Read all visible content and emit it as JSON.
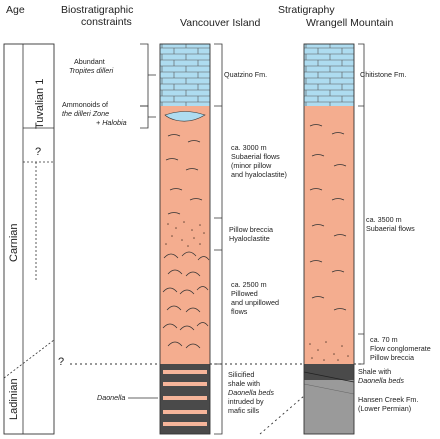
{
  "headers": {
    "age": "Age",
    "biostrat": [
      "Biostratigraphic",
      "constraints"
    ],
    "strat": "Stratigraphy",
    "col1": "Vancouver Island",
    "col2": "Wrangell Mountain"
  },
  "age_column": {
    "tuvalian": "Tuvalian 1",
    "qmark": "?",
    "carnian": "Carnian",
    "ladinian": "Ladinian"
  },
  "biostrat": {
    "tropites": [
      "Abundant",
      "Tropites dilleri"
    ],
    "ammonoids": [
      "Ammonoids of",
      "the dilleri Zone",
      "+ Halobia"
    ],
    "qmark": "?",
    "daonella": "Daonella"
  },
  "vancouver_labels": {
    "quatzino": "Quatzino Fm.",
    "subaerial": [
      "ca. 3000 m",
      "Subaerial flows",
      "(minor pillow",
      "and hyaloclastite)"
    ],
    "pillow_breccia": [
      "Pillow breccia",
      "Hyaloclastite"
    ],
    "pillowed": [
      "ca. 2500 m",
      "Pillowed",
      "and unpillowed",
      "flows"
    ],
    "shale": [
      "Silicified",
      "shale with",
      "Daonella beds",
      "intruded by",
      "mafic sills"
    ]
  },
  "wrangell_labels": {
    "chitistone": "Chitistone Fm.",
    "subaerial": [
      "ca. 3500 m",
      "Subaerial flows"
    ],
    "conglomerate": [
      "ca. 70 m",
      "Flow conglomerate",
      "Pillow breccia"
    ],
    "shale": [
      "Shale with",
      "Daonella beds"
    ],
    "hansen": [
      "Hansen Creek Fm.",
      "(Lower Permian)"
    ]
  },
  "colors": {
    "limestone": "#aedcf0",
    "basalt": "#f4ad8f",
    "shale_dark": "#4a4a4a",
    "shale_light": "#f6b59a",
    "permian": "#9a9a9a",
    "line": "#333333"
  }
}
